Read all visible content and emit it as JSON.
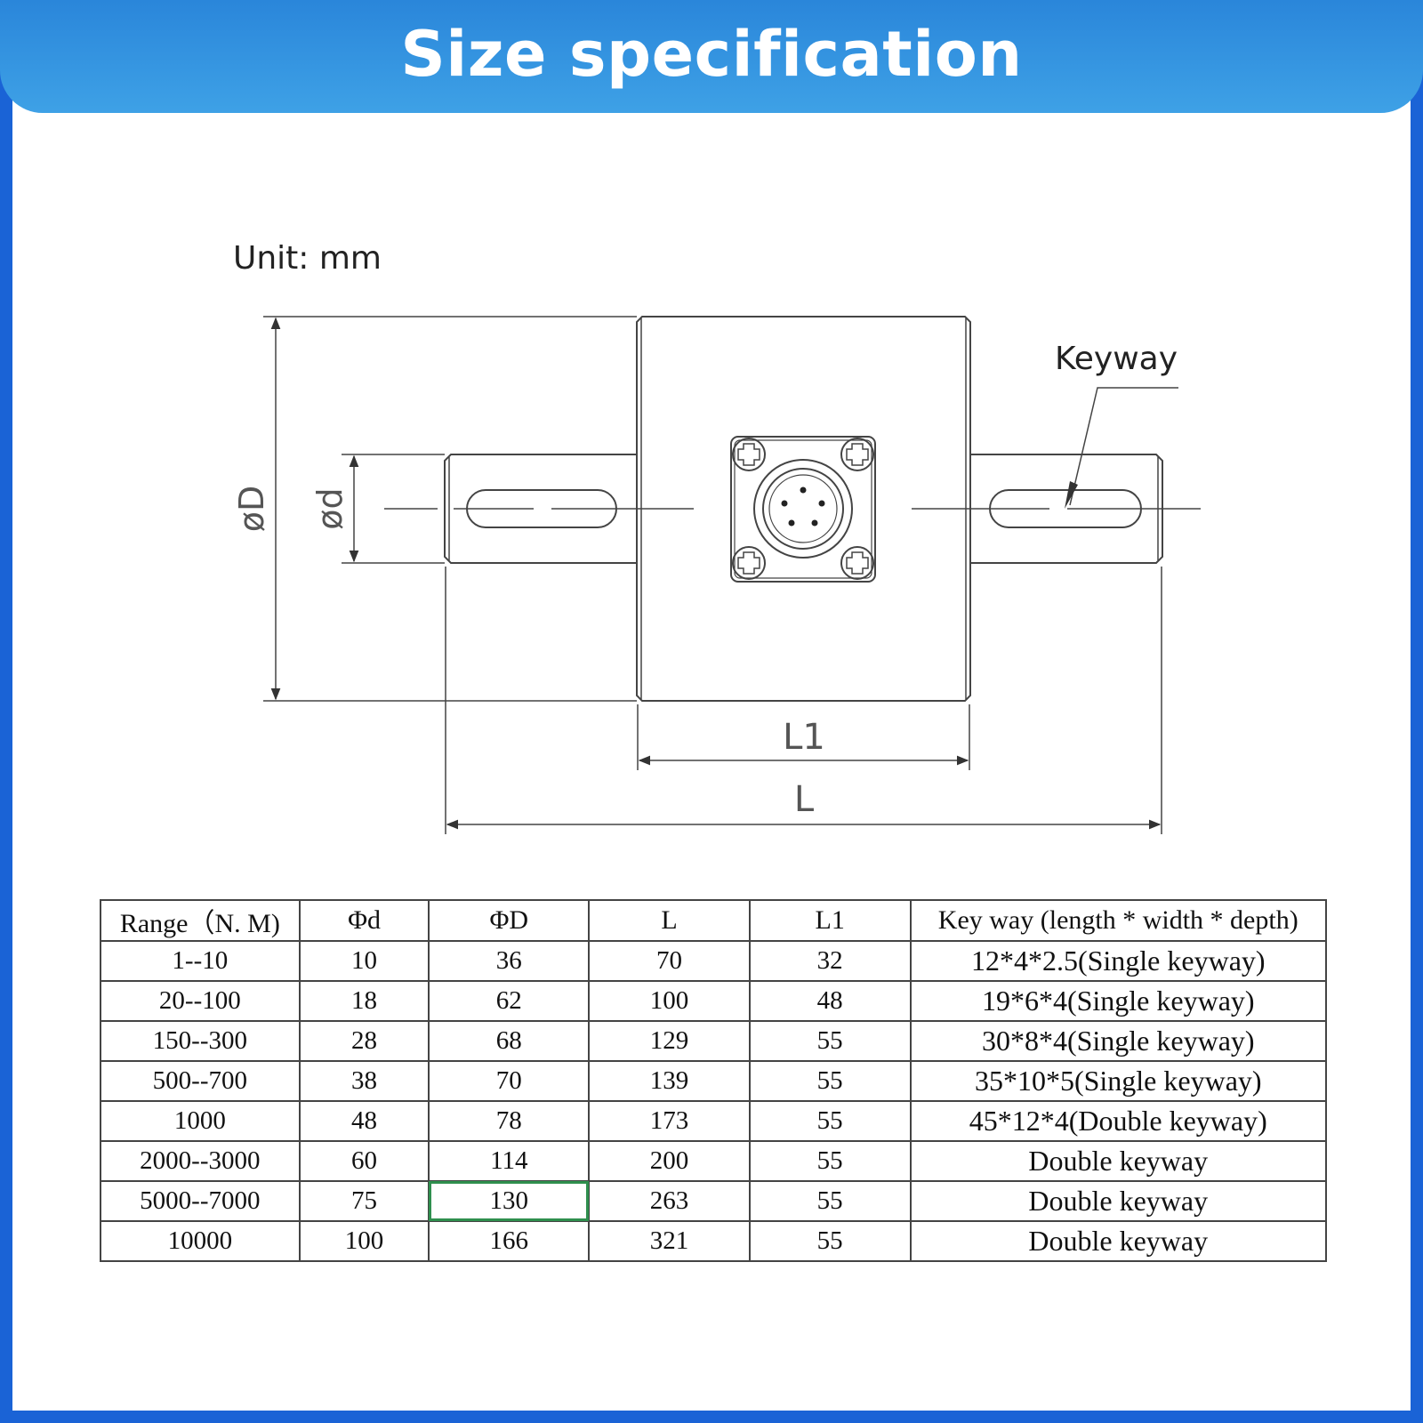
{
  "header": {
    "title": "Size specification"
  },
  "drawing": {
    "unit_label": "Unit: mm",
    "keyway_label": "Keyway",
    "dim_D": "øD",
    "dim_d": "ød",
    "dim_L1": "L1",
    "dim_L": "L"
  },
  "table": {
    "headers": [
      "Range（N. M)",
      "Φd",
      "ΦD",
      "L",
      "L1",
      "Key way (length * width * depth)"
    ],
    "rows": [
      [
        "1--10",
        "10",
        "36",
        "70",
        "32",
        "12*4*2.5(Single keyway)"
      ],
      [
        "20--100",
        "18",
        "62",
        "100",
        "48",
        "19*6*4(Single keyway)"
      ],
      [
        "150--300",
        "28",
        "68",
        "129",
        "55",
        "30*8*4(Single keyway)"
      ],
      [
        "500--700",
        "38",
        "70",
        "139",
        "55",
        "35*10*5(Single keyway)"
      ],
      [
        "1000",
        "48",
        "78",
        "173",
        "55",
        "45*12*4(Double keyway)"
      ],
      [
        "2000--3000",
        "60",
        "114",
        "200",
        "55",
        "Double keyway"
      ],
      [
        "5000--7000",
        "75",
        "130",
        "263",
        "55",
        "Double keyway"
      ],
      [
        "10000",
        "100",
        "166",
        "321",
        "55",
        "Double keyway"
      ]
    ]
  },
  "colors": {
    "frame": "#1a63d6",
    "header_top": "#2a86da",
    "header_bottom": "#3ea1e6",
    "highlight": "#2f8f4e"
  }
}
